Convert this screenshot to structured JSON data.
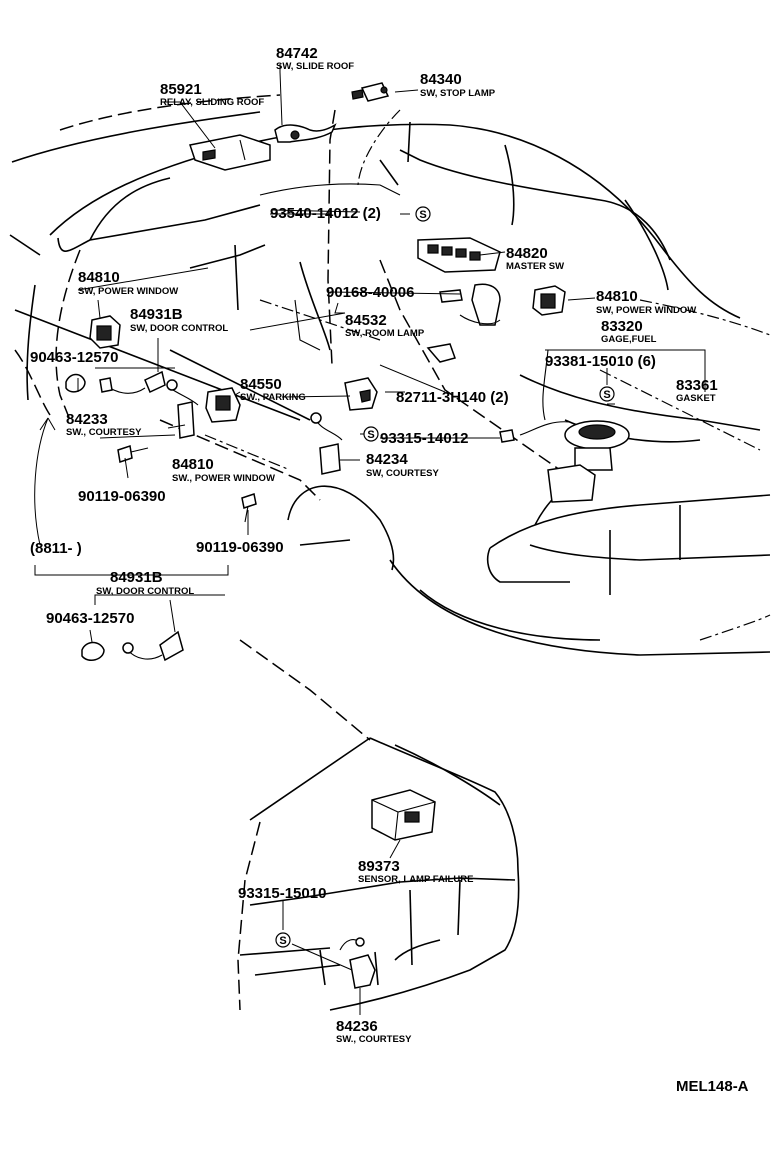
{
  "labels": {
    "p84742": {
      "num": "84742",
      "desc": "SW, SLIDE ROOF"
    },
    "p85921": {
      "num": "85921",
      "desc": "RELAY, SLIDING ROOF"
    },
    "p84340": {
      "num": "84340",
      "desc": "SW, STOP LAMP"
    },
    "p93540": {
      "num": "93540-14012 (2)"
    },
    "p84820": {
      "num": "84820",
      "desc": "MASTER SW"
    },
    "p84810a": {
      "num": "84810",
      "desc": "SW, POWER WINDOW"
    },
    "p90168": {
      "num": "90168-40006"
    },
    "p84810b": {
      "num": "84810",
      "desc": "SW, POWER WINDOW"
    },
    "p84931a": {
      "num": "84931B",
      "desc": "SW, DOOR CONTROL"
    },
    "p84532": {
      "num": "84532",
      "desc": "SW, ROOM LAMP"
    },
    "p83320": {
      "num": "83320",
      "desc": "GAGE,FUEL"
    },
    "p90463a": {
      "num": "90463-12570"
    },
    "p93381": {
      "num": "93381-15010 (6)"
    },
    "p83361": {
      "num": "83361",
      "desc": "GASKET"
    },
    "p84550": {
      "num": "84550",
      "desc": "SW., PARKING"
    },
    "p82711": {
      "num": "82711-3H140 (2)"
    },
    "p84233": {
      "num": "84233",
      "desc": "SW., COURTESY"
    },
    "p93315a": {
      "num": "93315-14012"
    },
    "p84810c": {
      "num": "84810",
      "desc": "SW., POWER WINDOW"
    },
    "p84234": {
      "num": "84234",
      "desc": "SW, COURTESY"
    },
    "p90119a": {
      "num": "90119-06390"
    },
    "p90119b": {
      "num": "90119-06390"
    },
    "p8811": {
      "num": "(8811-         )"
    },
    "p84931b": {
      "num": "84931B",
      "desc": "SW, DOOR CONTROL"
    },
    "p90463b": {
      "num": "90463-12570"
    },
    "p89373": {
      "num": "89373",
      "desc": "SENSOR, LAMP FAILURE"
    },
    "p93315b": {
      "num": "93315-15010"
    },
    "p84236": {
      "num": "84236",
      "desc": "SW., COURTESY"
    }
  },
  "symbols": {
    "s_mark": "S"
  },
  "footer": {
    "code": "MEL148-A"
  }
}
